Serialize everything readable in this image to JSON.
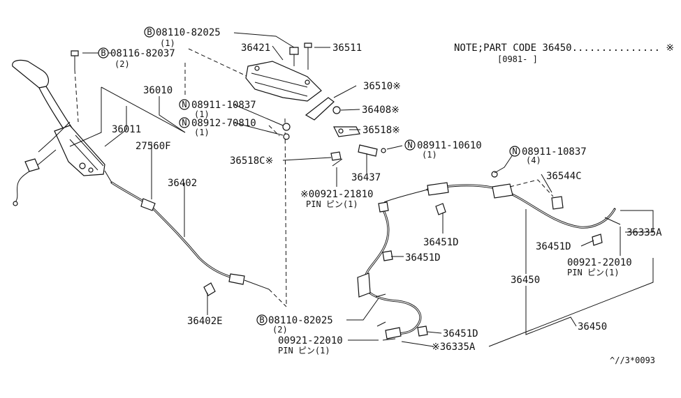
{
  "note": {
    "line1": "NOTE;PART CODE 36450............... ※",
    "line2": "[0981-        ]"
  },
  "labels": {
    "b_08110_82025_top": "08110-82025",
    "b_08110_82025_top_qty": "(1)",
    "p36421": "36421",
    "p36511": "36511",
    "b_08116_82037": "08116-82037",
    "b_08116_82037_qty": "(2)",
    "p36510": "36510※",
    "p36010": "36010",
    "n_08911_10837_a": "08911-10837",
    "n_08911_10837_a_qty": "(1)",
    "p36408": "36408※",
    "n_08912_70810": "08912-70810",
    "n_08912_70810_qty": "(1)",
    "p36518": "36518※",
    "p36011": "36011",
    "p27560f": "27560F",
    "n_08911_10610": "08911-10610",
    "n_08911_10610_qty": "(1)",
    "n_08911_10837_b": "08911-10837",
    "n_08911_10837_b_qty": "(4)",
    "p36518c": "36518C※",
    "p36437": "36437",
    "p36544c": "36544C",
    "p00921_21810": "※00921-21810",
    "p00921_21810_pin": "PIN ピン(1)",
    "p36402": "36402",
    "p36451d_a": "36451D",
    "p36335a_r": "36335A",
    "p36451d_b": "36451D",
    "p36451d_c": "36451D",
    "p00921_22010_r": "00921-22010",
    "p00921_22010_r_pin": "PIN ピン(1)",
    "p36450_a": "36450",
    "p36402e": "36402E",
    "b_08110_82025_bot": "08110-82025",
    "b_08110_82025_bot_qty": "(2)",
    "p36450_b": "36450",
    "p36451d_d": "36451D",
    "p00921_22010_b": "00921-22010",
    "p00921_22010_b_pin": "PIN ピン(1)",
    "p36335a_b": "※36335A",
    "footer_code": "^//3*0093"
  },
  "markers": {
    "bolt": "B",
    "nut": "N"
  }
}
